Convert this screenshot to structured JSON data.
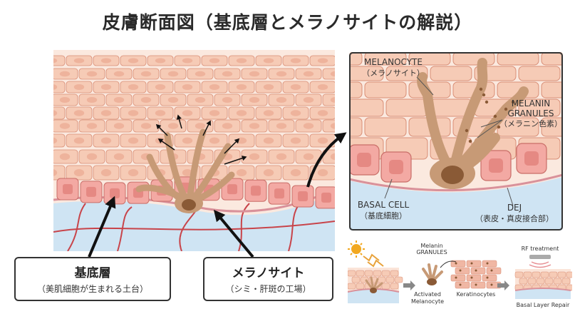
{
  "title": "皮膚断面図（基底層とメラノサイトの解説）",
  "colors": {
    "cell_fill": "#f6cbb6",
    "cell_stroke": "#d88e76",
    "basal_fill": "#f3a9a3",
    "melanocyte": "#c79a76",
    "nucleus": "#8a5a36",
    "dermis": "#cfe4f3",
    "vessel": "#c8444a",
    "membrane": "#d9919a"
  },
  "zoom": {
    "melanocyte_label": "MELANOCYTE",
    "melanocyte_label_jp": "（メラノサイト）",
    "granules_label_1": "MELANIN",
    "granules_label_2": "GRANULES",
    "granules_label_jp": "（メラニン色素）",
    "basal_label": "BASAL CELL",
    "basal_label_jp": "（基底細胞）",
    "dej_label": "DEJ",
    "dej_label_jp": "（表皮・真皮接合部）"
  },
  "callouts": {
    "basal_main": "基底層",
    "basal_sub": "（美肌細胞が生まれる土台）",
    "melano_main": "メラノサイト",
    "melano_sub": "（シミ・肝斑の工場）"
  },
  "process": {
    "granules_label_1": "Melanin",
    "granules_label_2": "GRANULES",
    "activated_1": "Activated",
    "activated_2": "Melanocyte",
    "keratinocytes": "Keratinocytes",
    "rf_label": "RF treatment",
    "repair_label": "Basal Layer Repair"
  }
}
